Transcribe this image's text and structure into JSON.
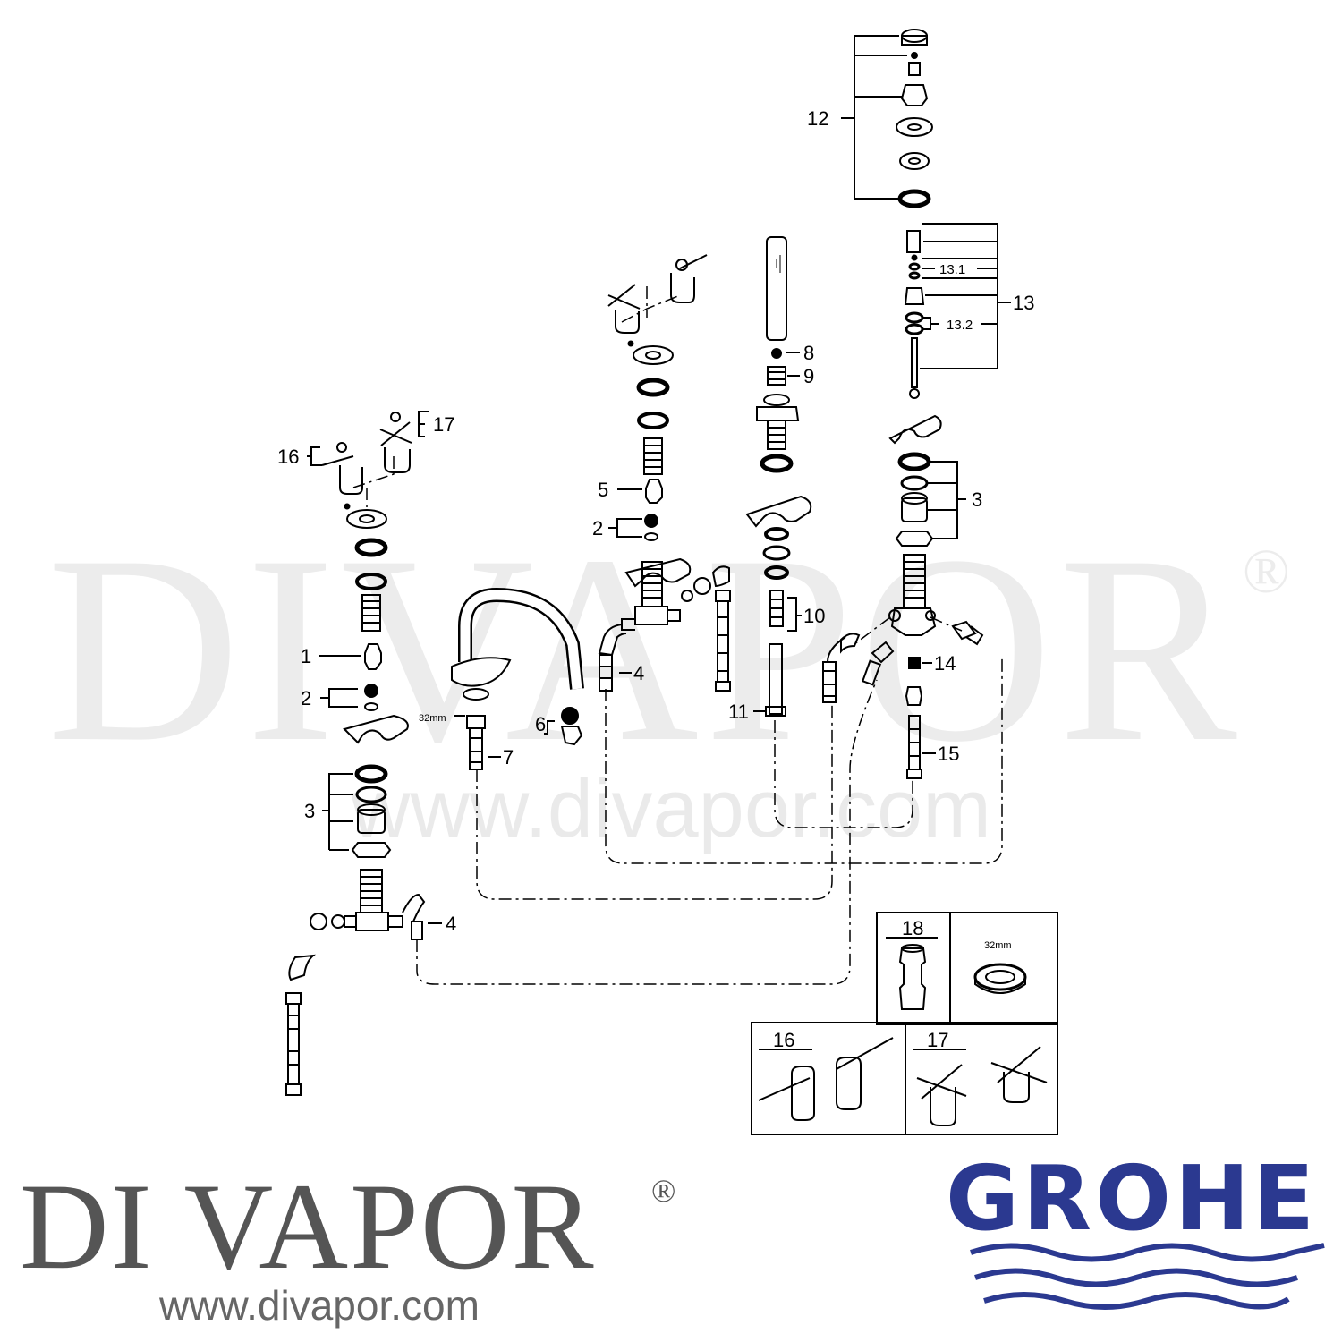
{
  "watermark": {
    "brand": "DIVAPOR",
    "registered": "®",
    "url": "www.divapor.com"
  },
  "footer": {
    "brand": "DI VAPOR",
    "registered": "®",
    "url": "www.divapor.com",
    "manufacturer_logo_text": "GROHE"
  },
  "colors": {
    "line": "#000000",
    "watermark": "#000000",
    "brand_gray": "#555555",
    "grohe_blue": "#2b3990"
  },
  "part_labels": {
    "p1": "1",
    "p2a": "2",
    "p2b": "2",
    "p3a": "3",
    "p3b": "3",
    "p4a": "4",
    "p4b": "4",
    "p5": "5",
    "p6": "6",
    "p7": "7",
    "p8": "8",
    "p9": "9",
    "p10": "10",
    "p11": "11",
    "p12": "12",
    "p13": "13",
    "p13_1": "13.1",
    "p13_2": "13.2",
    "p14": "14",
    "p15": "15",
    "p16": "16",
    "p17": "17"
  },
  "dimension_labels": {
    "spout_nut": "32mm"
  },
  "inset_panel": {
    "label_18": "18",
    "label_32mm": "32mm",
    "label_16": "16",
    "label_17": "17"
  }
}
